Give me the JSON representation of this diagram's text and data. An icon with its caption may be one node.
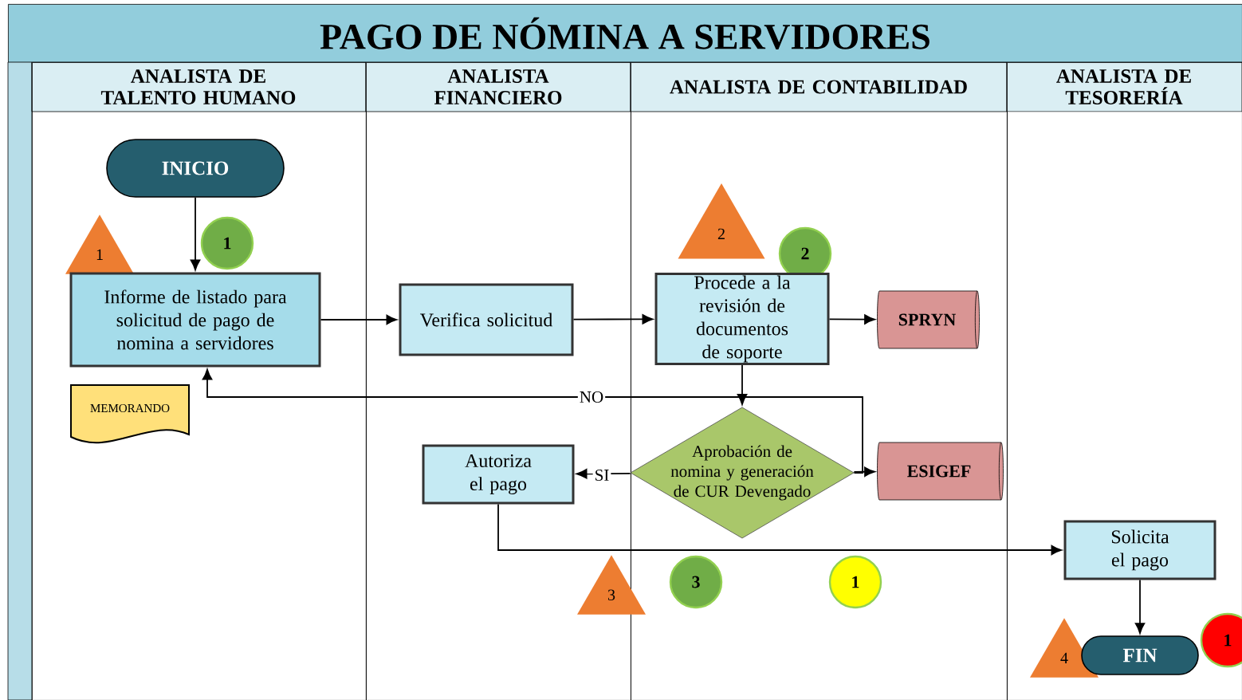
{
  "diagram": {
    "title": "PAGO DE NÓMINA A SERVIDORES",
    "nodes": [
      {
        "text": [
          "ANALISTA DE TALENTO HUMANO"
        ]
      },
      {
        "text": [
          "ANALISTA FINANCIERO"
        ]
      },
      {
        "text": [
          "ANALISTA DE CONTABILIDAD"
        ]
      },
      {
        "text": [
          "ANALISTA DE TESORERÍA"
        ]
      },
      {
        "text": [
          "INICIO"
        ],
        "in": 0
      },
      {
        "text": [
          "1"
        ],
        "in": 0
      },
      {
        "text": [
          "1"
        ],
        "in": 0
      },
      {
        "text": [
          "Informe de listado para solicitud de pago de nomina a servidores"
        ],
        "in": 0
      },
      {
        "text": [
          "MEMORANDO"
        ],
        "in": 0
      },
      {
        "text": [
          "Verifica solicitud"
        ],
        "in": 1
      },
      {
        "text": [
          "2"
        ],
        "in": 2
      },
      {
        "text": [
          "2"
        ],
        "in": 2
      },
      {
        "text": [
          "Procede a la revisión de documentos de soporte"
        ],
        "in": 2
      },
      {
        "text": [
          "SPRYN"
        ],
        "in": 2
      },
      {
        "text": [
          "Aprobación de nomina y generación de CUR Devengado"
        ],
        "in": 2
      },
      {
        "text": [
          "ESIGEF"
        ],
        "in": 2
      },
      {
        "text": [
          "Autoriza el pago"
        ],
        "in": 1
      },
      {
        "text": [
          "3"
        ]
      },
      {
        "text": [
          "3"
        ],
        "in": 2
      },
      {
        "text": [
          "1"
        ],
        "in": 2
      },
      {
        "text": [
          "Solicita el pago"
        ],
        "in": 3
      },
      {
        "text": [
          "4"
        ],
        "in": 3
      },
      {
        "text": [
          "FIN"
        ],
        "in": 3
      },
      {
        "text": [
          "1"
        ],
        "in": 3
      }
    ],
    "edges": [
      {
        "from": 4,
        "to": 7,
        "arrow": "to"
      },
      {
        "from": 7,
        "to": 9,
        "arrow": "to"
      },
      {
        "from": 9,
        "to": 12,
        "arrow": "to"
      },
      {
        "from": 12,
        "to": 13,
        "arrow": "to"
      },
      {
        "from": 12,
        "to": 14,
        "arrow": "to"
      },
      {
        "from": 14,
        "to": 16,
        "arrow": "to",
        "label": "SI"
      },
      {
        "from": 14,
        "to": 15,
        "arrow": "to"
      },
      {
        "from": 14,
        "to": 7,
        "arrow": "to",
        "label": "NO"
      },
      {
        "from": 16,
        "to": 20,
        "arrow": "to"
      },
      {
        "from": 20,
        "to": 22,
        "arrow": "to"
      }
    ]
  }
}
